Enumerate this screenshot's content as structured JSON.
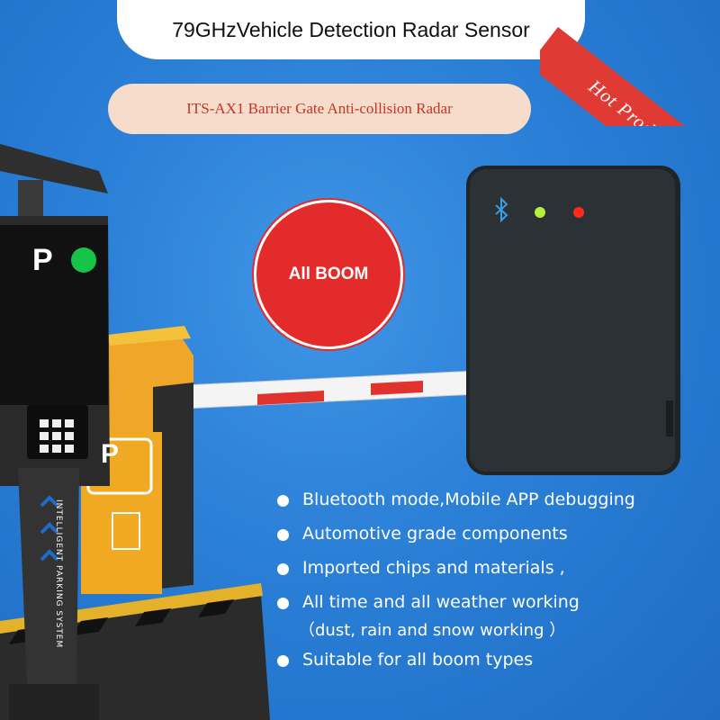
{
  "header": {
    "title": "79GHzVehicle Detection Radar Sensor",
    "subtitle": "ITS-AX1 Barrier Gate Anti-collision Radar",
    "corner_ribbon": "Hot  Products"
  },
  "badge": {
    "text": "All BOOM"
  },
  "gate": {
    "sign_letter": "P",
    "side_text": "INTELLIGENT PARKING SYSTEM",
    "panel_letter": "P"
  },
  "radar_device": {
    "indicator_icons": [
      "bluetooth-icon",
      "green-led",
      "red-led"
    ]
  },
  "features": [
    "Bluetooth mode,Mobile APP debugging",
    "Automotive grade components",
    "Imported chips and materials ,",
    "All time and all weather working",
    "Suitable for all boom types"
  ],
  "feature_note": "（dust, rain and snow working ）",
  "colors": {
    "background": "#2a7fd6",
    "accent_red": "#e32b2b",
    "subtitle_bg": "#f6dccb"
  }
}
